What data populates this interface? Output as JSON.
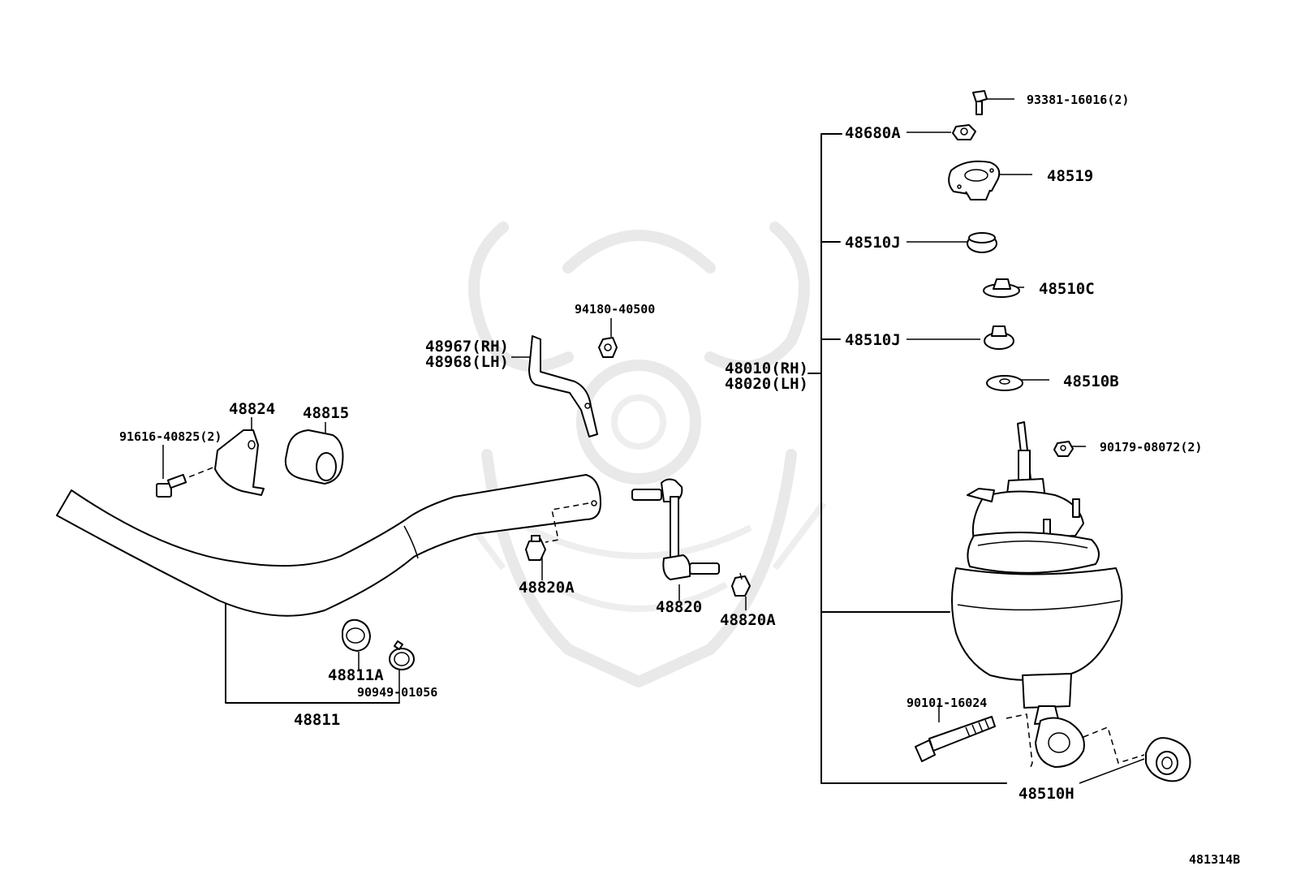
{
  "diagram": {
    "part_numbers": {
      "p93381": "93381-16016(2)",
      "p48680a": "48680A",
      "p48519": "48519",
      "p48510j_top": "48510J",
      "p48510c": "48510C",
      "p48510j_bottom": "48510J",
      "p48510b": "48510B",
      "p48010": "48010(RH)",
      "p48020": "48020(LH)",
      "p90179": "90179-08072(2)",
      "p94180": "94180-40500",
      "p48967": "48967(RH)",
      "p48968": "48968(LH)",
      "p48824": "48824",
      "p48815": "48815",
      "p91616": "91616-40825(2)",
      "p48820a_left": "48820A",
      "p48820": "48820",
      "p48820a_right": "48820A",
      "p48811a": "48811A",
      "p90949": "90949-01056",
      "p48811": "48811",
      "p90101": "90101-16024",
      "p48510h": "48510H"
    },
    "figure_id": "481314B"
  }
}
